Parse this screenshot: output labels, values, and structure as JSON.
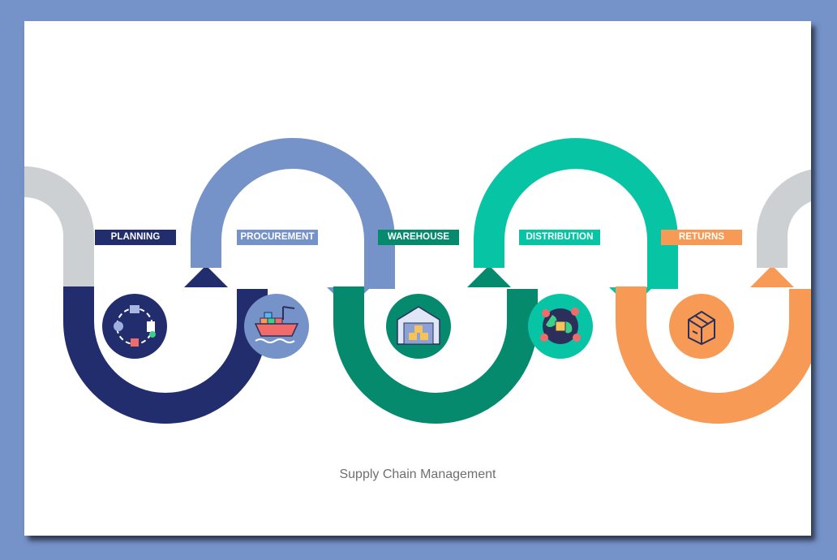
{
  "stages": [
    {
      "label": "PLANNING",
      "icon": "planning-network-icon",
      "color": "#222d6e"
    },
    {
      "label": "PROCUREMENT",
      "icon": "cargo-ship-icon",
      "color": "#7592c9"
    },
    {
      "label": "WAREHOUSE",
      "icon": "warehouse-icon",
      "color": "#058a6e"
    },
    {
      "label": "DISTRIBUTION",
      "icon": "globe-distribution-icon",
      "color": "#06c4a4"
    },
    {
      "label": "RETURNS",
      "icon": "package-box-icon",
      "color": "#f79a55"
    }
  ],
  "connector_color": "#cdd0d3",
  "caption": "Supply Chain Management"
}
